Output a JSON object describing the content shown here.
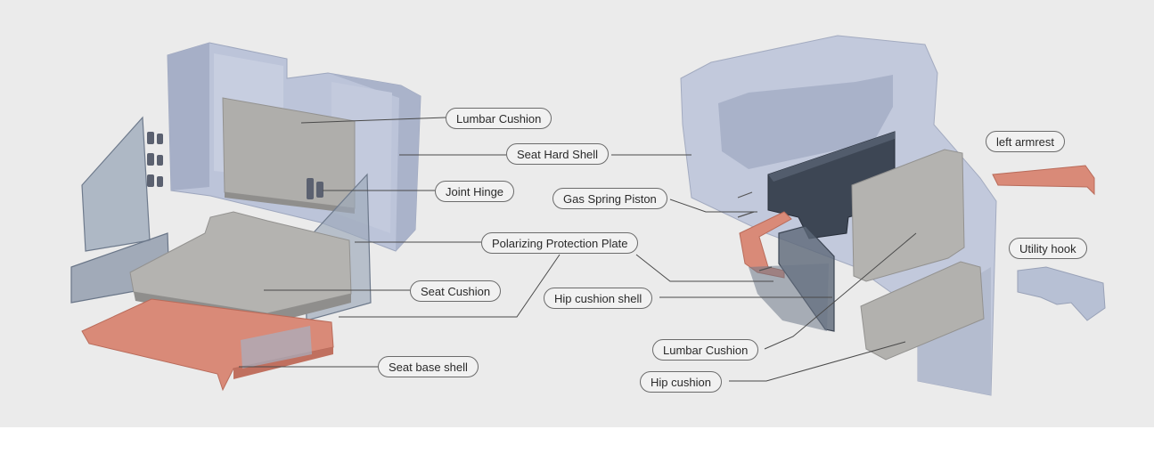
{
  "callouts": {
    "lumbar_cushion_left": "Lumbar Cushion",
    "seat_hard_shell": "Seat Hard Shell",
    "joint_hinge": "Joint Hinge",
    "polarizing_protection_plate": "Polarizing Protection Plate",
    "seat_cushion": "Seat Cushion",
    "seat_base_shell": "Seat base shell",
    "gas_spring_piston": "Gas Spring Piston",
    "hip_cushion_shell": "Hip cushion shell",
    "lumbar_cushion_right": "Lumbar Cushion",
    "hip_cushion": "Hip cushion",
    "left_armrest": "left armrest",
    "utility_hook": "Utility hook"
  },
  "colors": {
    "background": "#ebebeb",
    "shell_blue": "#b9c1d6",
    "cushion_grey": "#aeadaa",
    "base_shell_salmon": "#d98a78",
    "piston_dark": "#3d4654",
    "glass_plate": "#9aa6b6",
    "leader_line": "#4a4a4a"
  }
}
